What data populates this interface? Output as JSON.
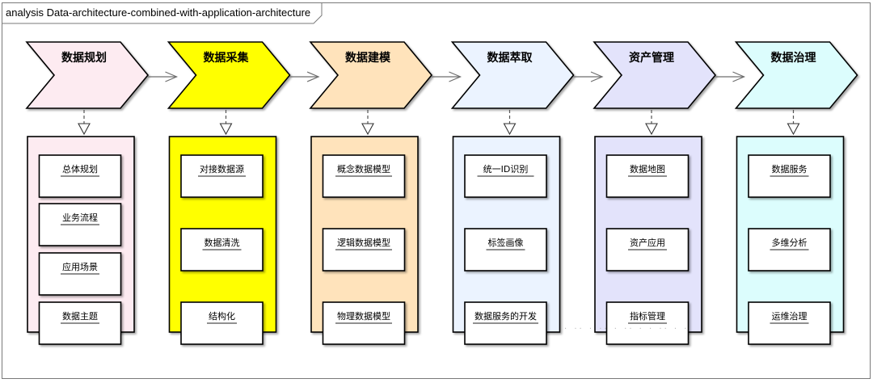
{
  "diagram": {
    "title": "analysis Data-architecture-combined-with-application-architecture"
  },
  "columns": [
    {
      "title": "数据规划",
      "fill": "#fdebf1",
      "items": [
        "总体规划",
        "业务流程",
        "应用场景",
        "数据主题"
      ]
    },
    {
      "title": "数据采集",
      "fill": "#ffff00",
      "items": [
        "对接数据源",
        "数据清洗",
        "结构化"
      ]
    },
    {
      "title": "数据建模",
      "fill": "#ffe3bb",
      "items": [
        "概念数据模型",
        "逻辑数据模型",
        "物理数据模型"
      ]
    },
    {
      "title": "数据萃取",
      "fill": "#ebf3ff",
      "items": [
        "统一ID识别",
        "标签画像",
        "数据服务的开发"
      ]
    },
    {
      "title": "资产管理",
      "fill": "#e3e3fb",
      "items": [
        "数据地图",
        "资产应用",
        "指标管理"
      ]
    },
    {
      "title": "数据治理",
      "fill": "#dcfdfd",
      "items": [
        "数据服务",
        "多维分析",
        "运维治理"
      ]
    }
  ],
  "colors": {
    "frame": "#7a7a7a",
    "stroke": "#000000",
    "arrow": "#6e6e6e"
  }
}
